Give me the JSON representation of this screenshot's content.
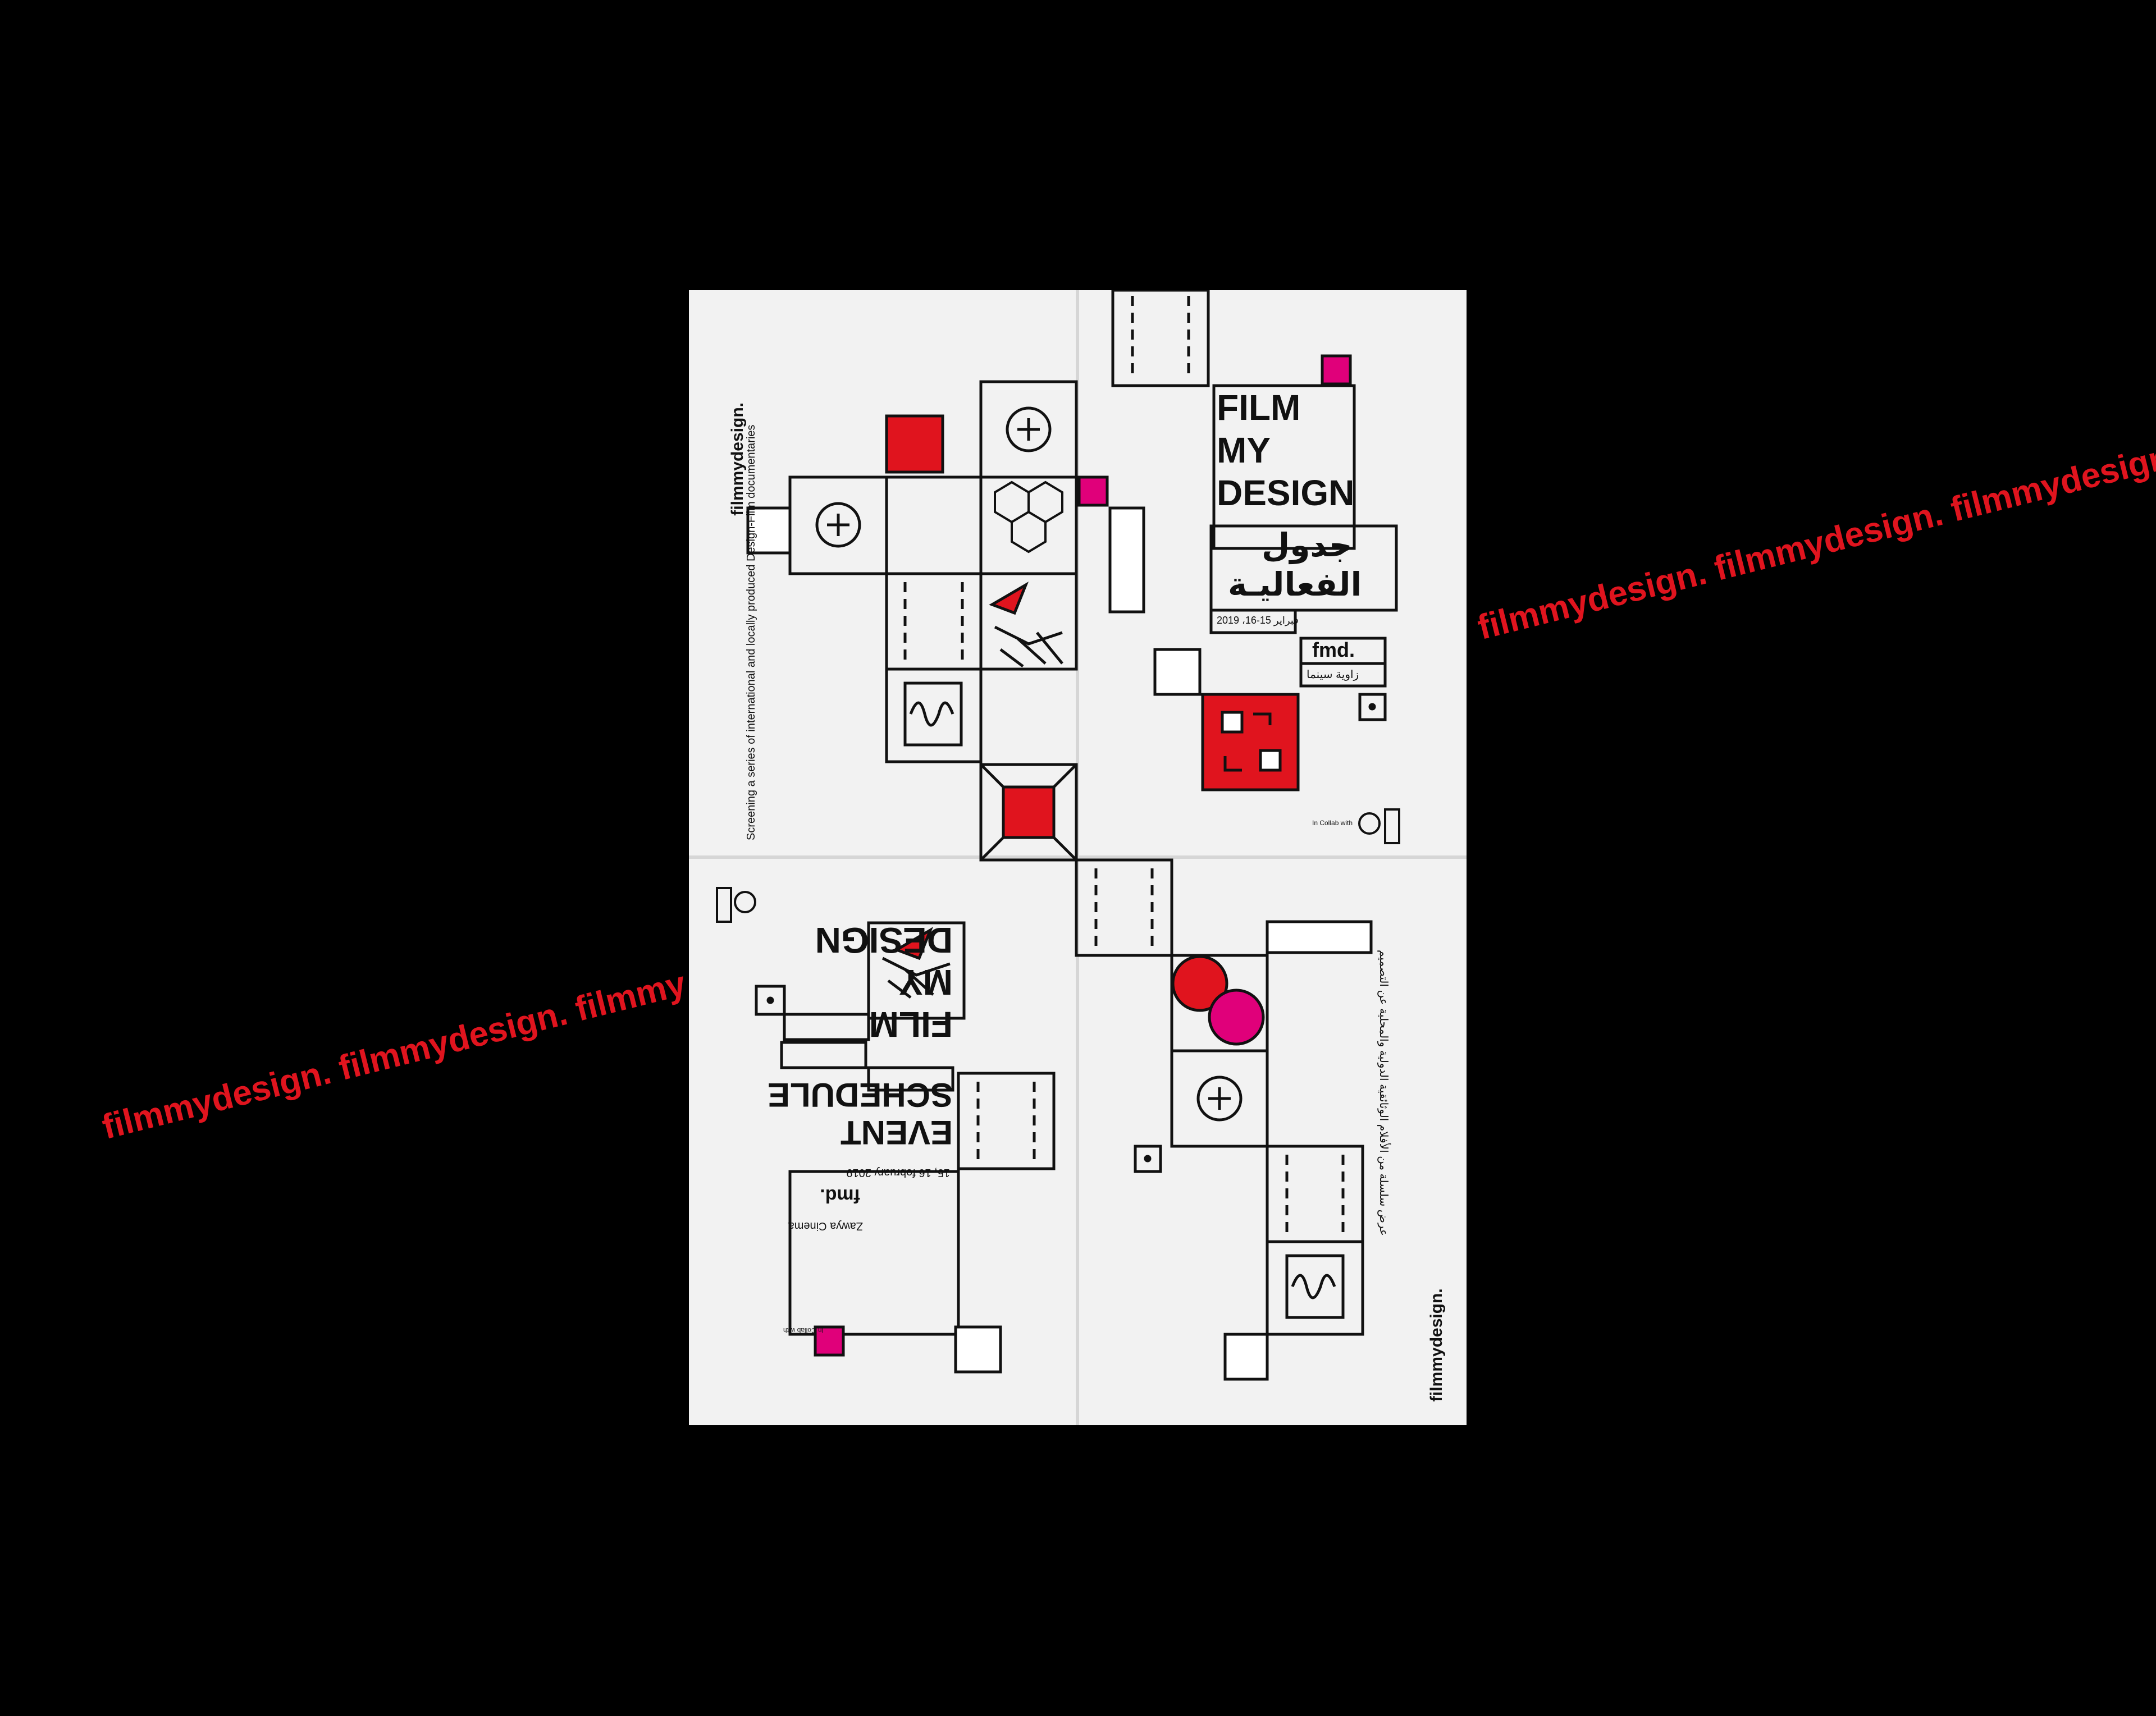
{
  "brand": {
    "wordmark": "filmmydesign.",
    "ribbon_text": "filmmydesign. filmmydesign. filmmydesign.",
    "ribbon_text_lower": "filmmydesign. filmmydesign. filmmy"
  },
  "poster": {
    "tagline": "Screening a series of international and locally produced Design-Film documentaries",
    "top_right": {
      "title_lines": [
        "FILM",
        "MY",
        "DESIGN"
      ],
      "arabic_lines": [
        "جدول",
        "الفعاليـة"
      ],
      "date_ar": "فبراير 15-16، 2019",
      "logo": "fmd.",
      "venue_ar": "زاوية سينما",
      "collab": "In Collab with"
    },
    "bottom_left_rotated": {
      "title_lines": [
        "FILM",
        "MY",
        "DESIGN"
      ],
      "subtitle_lines": [
        "EVENT",
        "SCHEDULE"
      ],
      "date": "15, 16 february 2019",
      "logo": "fmd.",
      "venue": "Zawya Cinema",
      "collab": "In Collab with"
    },
    "bottom_right_rotated": {
      "wordmark": "filmmydesign.",
      "tagline_ar": "عرض سلسلة من الأفلام الوثائقية الدولية والمحلية عن التصميم"
    }
  },
  "colors": {
    "background": "#000000",
    "paper": "#f2f2f2",
    "red": "#e0141e",
    "magenta": "#e0007a",
    "ink": "#111111"
  }
}
